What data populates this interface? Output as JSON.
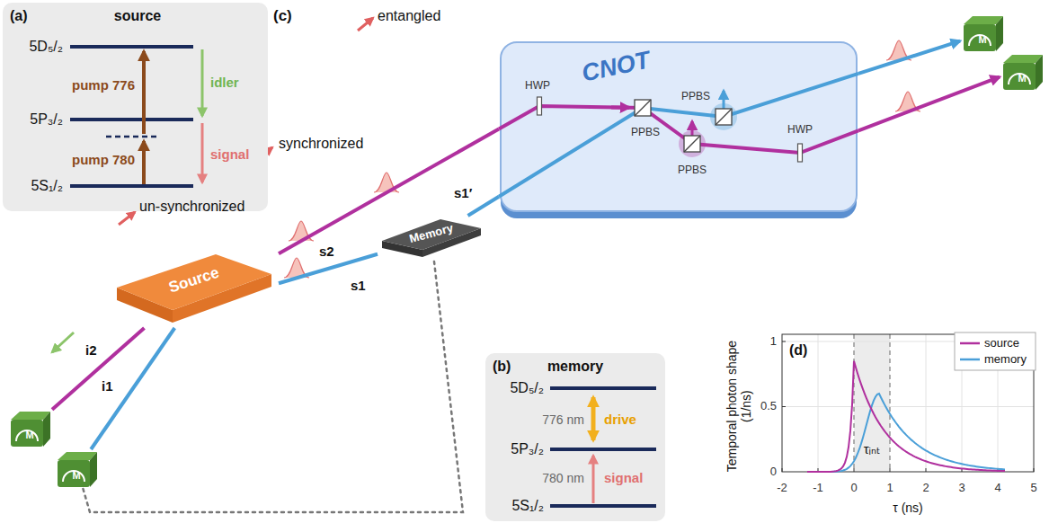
{
  "diagram": {
    "nodes": [
      {
        "text": [
          "(a)",
          "source"
        ]
      },
      {
        "text": [
          "CNOT"
        ]
      },
      {
        "text": [
          "M"
        ]
      },
      {
        "text": [
          "M"
        ]
      },
      {
        "text": [
          "Memory"
        ]
      },
      {
        "text": [
          "Source"
        ]
      },
      {
        "text": [
          "(b)",
          "memory"
        ]
      },
      {
        "text": [
          "M"
        ]
      },
      {
        "text": [
          "M"
        ]
      }
    ],
    "edges": [
      {
        "from": 5,
        "to": 4,
        "arrow": "none"
      },
      {
        "from": 4,
        "to": 1,
        "arrow": "none"
      },
      {
        "from": 5,
        "to": 1,
        "arrow": "none"
      },
      {
        "from": 1,
        "to": 2,
        "arrow": "to"
      },
      {
        "from": 1,
        "to": 3,
        "arrow": "to"
      },
      {
        "from": 5,
        "to": 7,
        "arrow": "none"
      },
      {
        "from": 5,
        "to": 8,
        "arrow": "none"
      },
      {
        "from": 8,
        "to": 4,
        "arrow": "none"
      }
    ],
    "labels": [
      "5D₅/₂",
      "5P₃/₂",
      "5S₁/₂",
      "pump 776",
      "pump 780",
      "idler",
      "signal",
      "5D₅/₂",
      "5P₃/₂",
      "5S₁/₂",
      "776 nm",
      "drive",
      "780 nm",
      "signal",
      "(c)",
      "entangled",
      "synchronized",
      "un-synchronized",
      "s2",
      "s1",
      "s1′",
      "i2",
      "i1",
      "HWP",
      "PPBS",
      "PPBS",
      "PPBS",
      "HWP",
      "(d)",
      "-2",
      "-1",
      "0",
      "1",
      "2",
      "3",
      "4",
      "5",
      "0",
      "0.5",
      "1",
      "Temporal photon shape (1/ns)",
      "τ (ns)",
      "τᵢₙₜ"
    ],
    "legend": [
      {
        "text": "source"
      },
      {
        "text": "memory"
      }
    ]
  }
}
